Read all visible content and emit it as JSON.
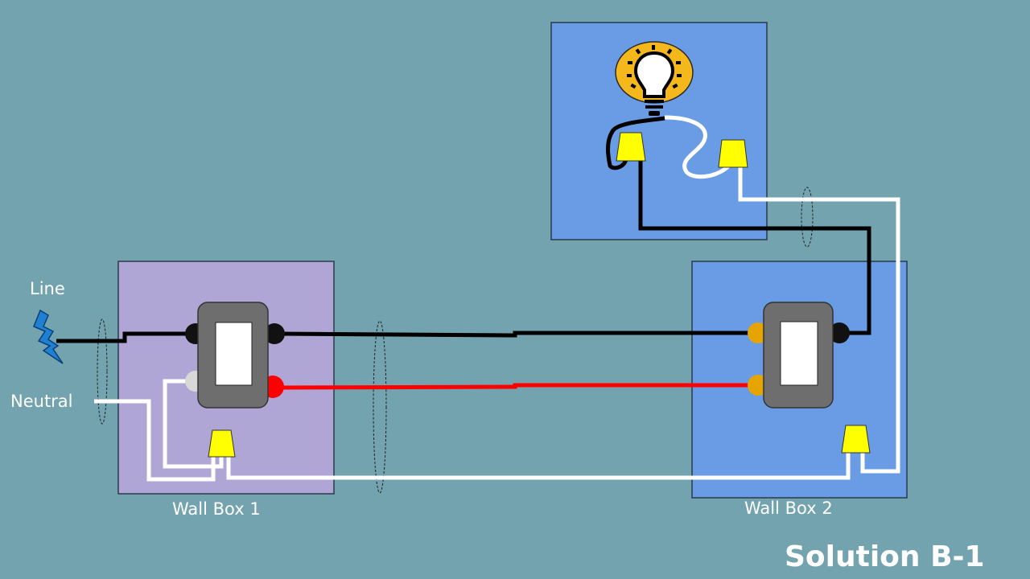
{
  "labels": {
    "line": "Line",
    "neutral": "Neutral",
    "box1": "Wall Box 1",
    "box2": "Wall Box 2",
    "title": "Solution B-1"
  },
  "colors": {
    "background": "#73a3ae",
    "wall_box_1": "#b0a6d6",
    "wall_box_2": "#6a9ce6",
    "light_box": "#6a9ce6",
    "hot_wire": "#000000",
    "traveler_red": "#ff0000",
    "neutral_wire": "#ffffff",
    "wire_nut": "#ffff00",
    "switch_body": "#6e6e6e",
    "brass_terminal": "#e6a400",
    "bulb_glow": "#f5b81c"
  },
  "icons": [
    "lightning-bolt-icon",
    "light-bulb-icon",
    "wire-nut-icon",
    "three-way-switch-icon"
  ]
}
